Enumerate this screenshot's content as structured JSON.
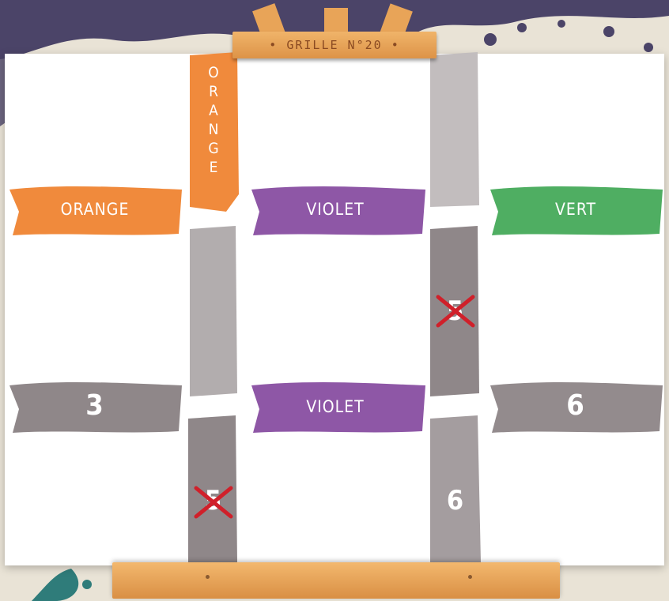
{
  "title": "• GRILLE N°20 •",
  "rows": [
    {
      "left": "ORANGE",
      "middle": "VIOLET",
      "right": "VERT"
    },
    {
      "left": "3",
      "middle": "VIOLET",
      "right": "6"
    }
  ],
  "columns": [
    {
      "top": "ORANGE",
      "middle": "",
      "bottom": "5",
      "bottom_crossed": true
    },
    {
      "top": "",
      "middle": "5",
      "middle_crossed": true,
      "bottom": "6"
    }
  ],
  "colors": {
    "orange": "#f08a3c",
    "violet": "#8e57a6",
    "green": "#4fae62",
    "gray": "#9a9294",
    "cross": "#d0202a",
    "board": "#ffffff",
    "wood": "#e8a458"
  }
}
